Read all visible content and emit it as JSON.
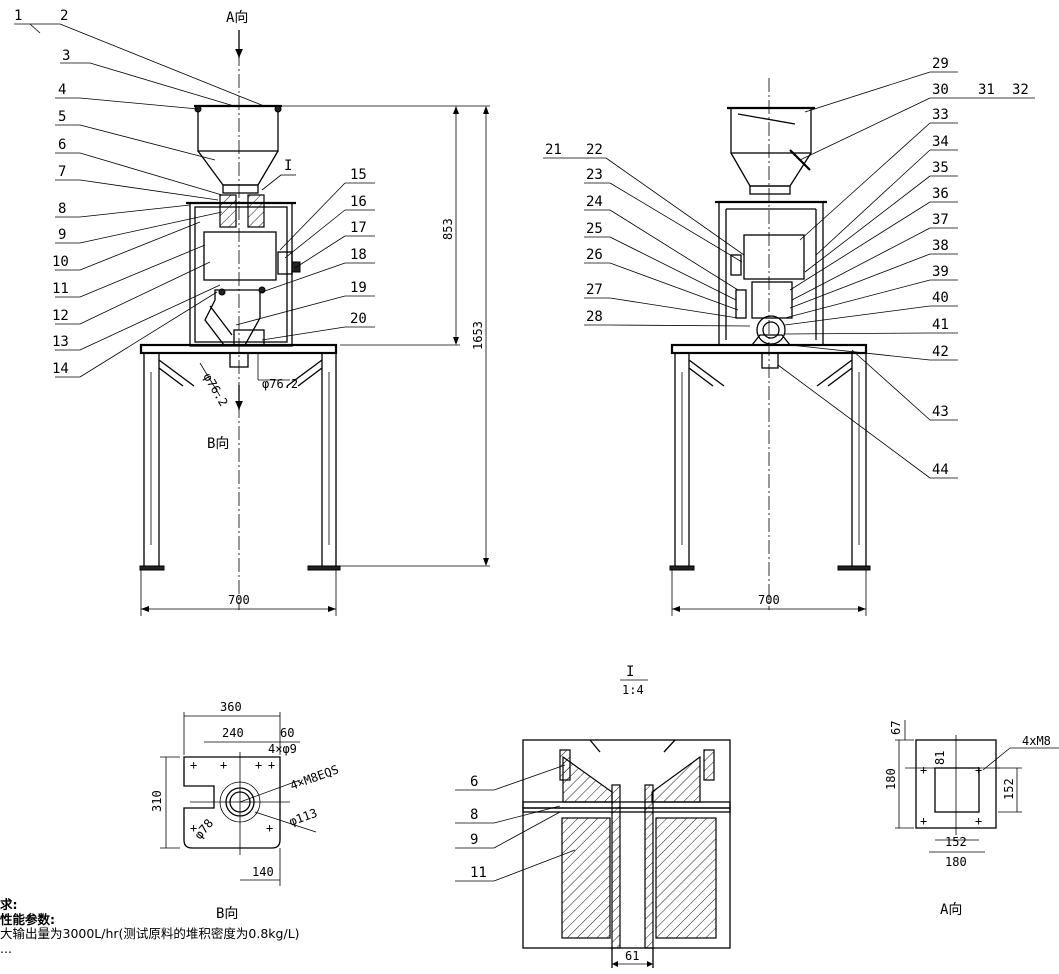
{
  "view_labels": {
    "a_view_top": "A向",
    "b_view_side": "B向",
    "b_view_bottom": "B向",
    "a_view_bottom": "A向",
    "detail_I_num": "I",
    "detail_I_den": "1:4",
    "detail_marker": "I"
  },
  "part_labels_left": [
    "1",
    "2",
    "3",
    "4",
    "5",
    "6",
    "7",
    "8",
    "9",
    "10",
    "11",
    "12",
    "13",
    "14",
    "15",
    "16",
    "17",
    "18",
    "19",
    "20"
  ],
  "part_labels_right": [
    "21",
    "22",
    "23",
    "24",
    "25",
    "26",
    "27",
    "28",
    "29",
    "30",
    "31",
    "32",
    "33",
    "34",
    "35",
    "36",
    "37",
    "38",
    "39",
    "40",
    "41",
    "42",
    "43",
    "44"
  ],
  "detail_labels": [
    "6",
    "8",
    "9",
    "11"
  ],
  "dimensions": {
    "height_upper": "853",
    "height_total": "1653",
    "width_left": "700",
    "width_right": "700",
    "dia_left": "φ76.2",
    "dia_right": "φ76.2",
    "b360": "360",
    "b240": "240",
    "b60": "60",
    "b4x9": "4×φ9",
    "bM8": "4×M8EQS",
    "b310": "310",
    "b113": "φ113",
    "b78": "φ78",
    "b140": "140",
    "d61": "61",
    "a67": "67",
    "a81": "81",
    "a180v": "180",
    "a152v": "152",
    "a152h": "152",
    "a180h": "180",
    "aM8": "4xM8"
  },
  "notes": {
    "line1": "求:",
    "line2": "性能参数:",
    "line3": "大输出量为3000L/hr(测试原料的堆积密度为0.8kg/L)",
    "line4": "..."
  }
}
